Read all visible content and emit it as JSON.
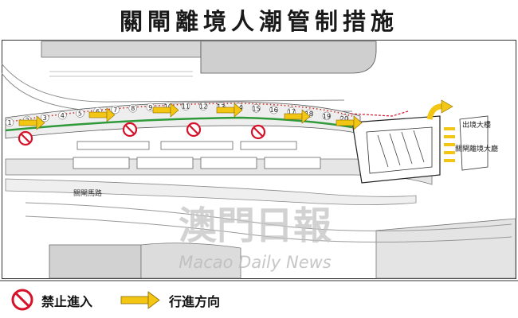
{
  "title": "關閘離境人潮管制措施",
  "map": {
    "road_labels": {
      "left_road": "關閘馬路",
      "building_name": "關閘離境大廳",
      "building_sub": "出境大樓"
    },
    "queue_numbers": [
      "1",
      "2",
      "3",
      "4",
      "5",
      "6",
      "7",
      "8",
      "9",
      "10",
      "11",
      "12",
      "13",
      "14",
      "15",
      "16",
      "17",
      "18",
      "19",
      "20"
    ],
    "watermark_cn": "澳門日報",
    "watermark_en": "Macao Daily News"
  },
  "legend": {
    "no_entry_label": "禁止進入",
    "direction_label": "行進方向"
  },
  "colors": {
    "arrow_yellow": "#f3c613",
    "no_entry_red": "#d6122a",
    "green_line": "#2f9a3a",
    "queue_dot": "#c8281e"
  }
}
